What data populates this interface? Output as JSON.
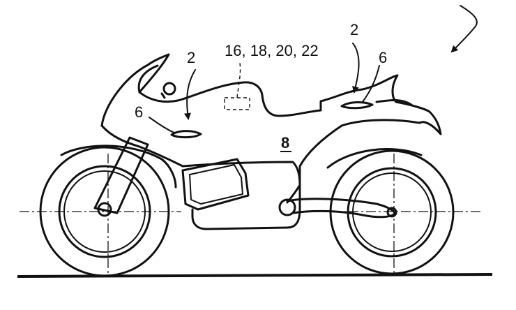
{
  "labels": {
    "ref_2_front": "2",
    "ref_2_rear": "2",
    "ref_6_front": "6",
    "ref_6_rear": "6",
    "ref_group": "16, 18, 20, 22",
    "ref_8": "8"
  },
  "colors": {
    "line": "#111111",
    "background": "#ffffff"
  }
}
